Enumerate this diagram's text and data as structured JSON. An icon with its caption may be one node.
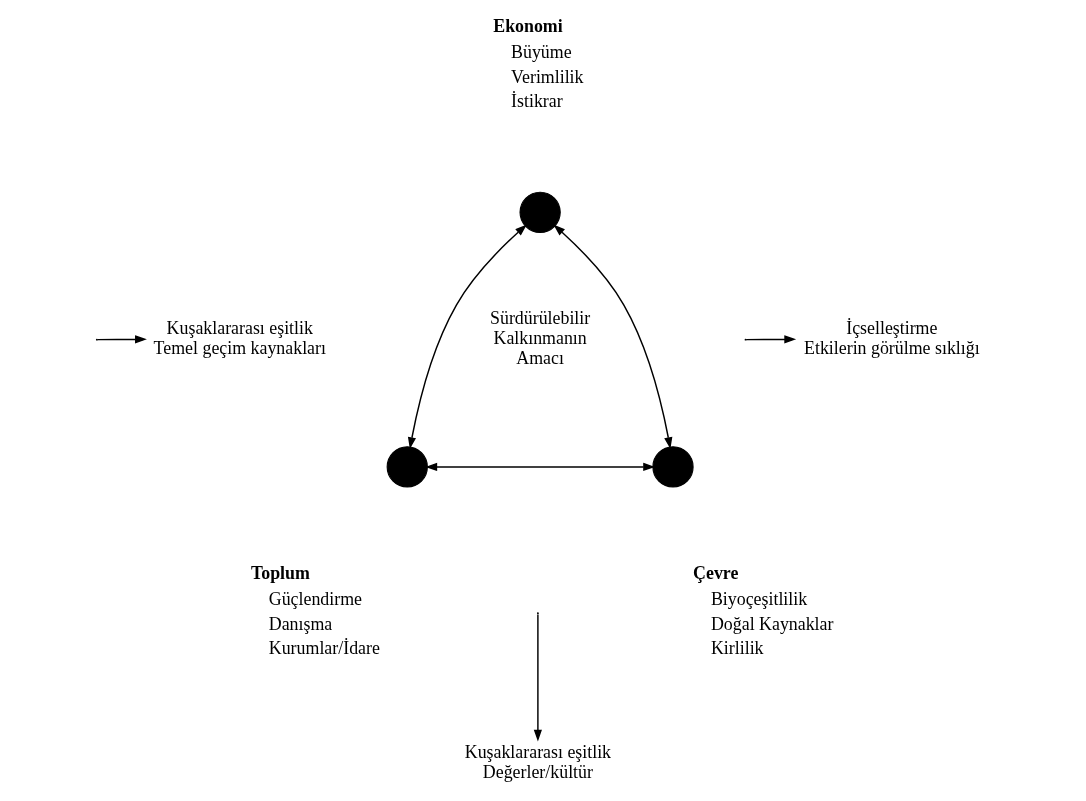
{
  "diagram": {
    "nodes": [
      {
        "text": [],
        "shape": "circle",
        "beside": [
          "Ekonomi",
          "Büyüme",
          "Verimlilik",
          "İstikrar"
        ]
      },
      {
        "text": [],
        "shape": "circle",
        "beside": [
          "Toplum",
          "Güçlendirme",
          "Danışma",
          "Kurumlar/İdare"
        ]
      },
      {
        "text": [],
        "shape": "circle",
        "beside": [
          "Çevre",
          "Biyoçeşitlilik",
          "Doğal Kaynaklar",
          "Kirlilik"
        ]
      },
      {
        "text": [
          "Kuşaklararası eşitlik",
          "Temel geçim kaynakları"
        ]
      },
      {
        "text": [
          "İçselleştirme",
          "Etkilerin görülme sıklığı"
        ]
      },
      {
        "text": [
          "Kuşaklararası eşitlik",
          "Değerler/kültür"
        ]
      }
    ],
    "edges": [
      {
        "from": 0,
        "to": 1,
        "arrow": "both"
      },
      {
        "from": 0,
        "to": 2,
        "arrow": "both"
      },
      {
        "from": 1,
        "to": 2,
        "arrow": "both"
      },
      {
        "from": null,
        "to": 3,
        "arrow": "to"
      },
      {
        "from": null,
        "to": 4,
        "arrow": "to"
      },
      {
        "from": null,
        "to": 5,
        "arrow": "to"
      }
    ],
    "labels": [
      "Sürdürülebilir Kalkınmanın Amacı"
    ]
  }
}
